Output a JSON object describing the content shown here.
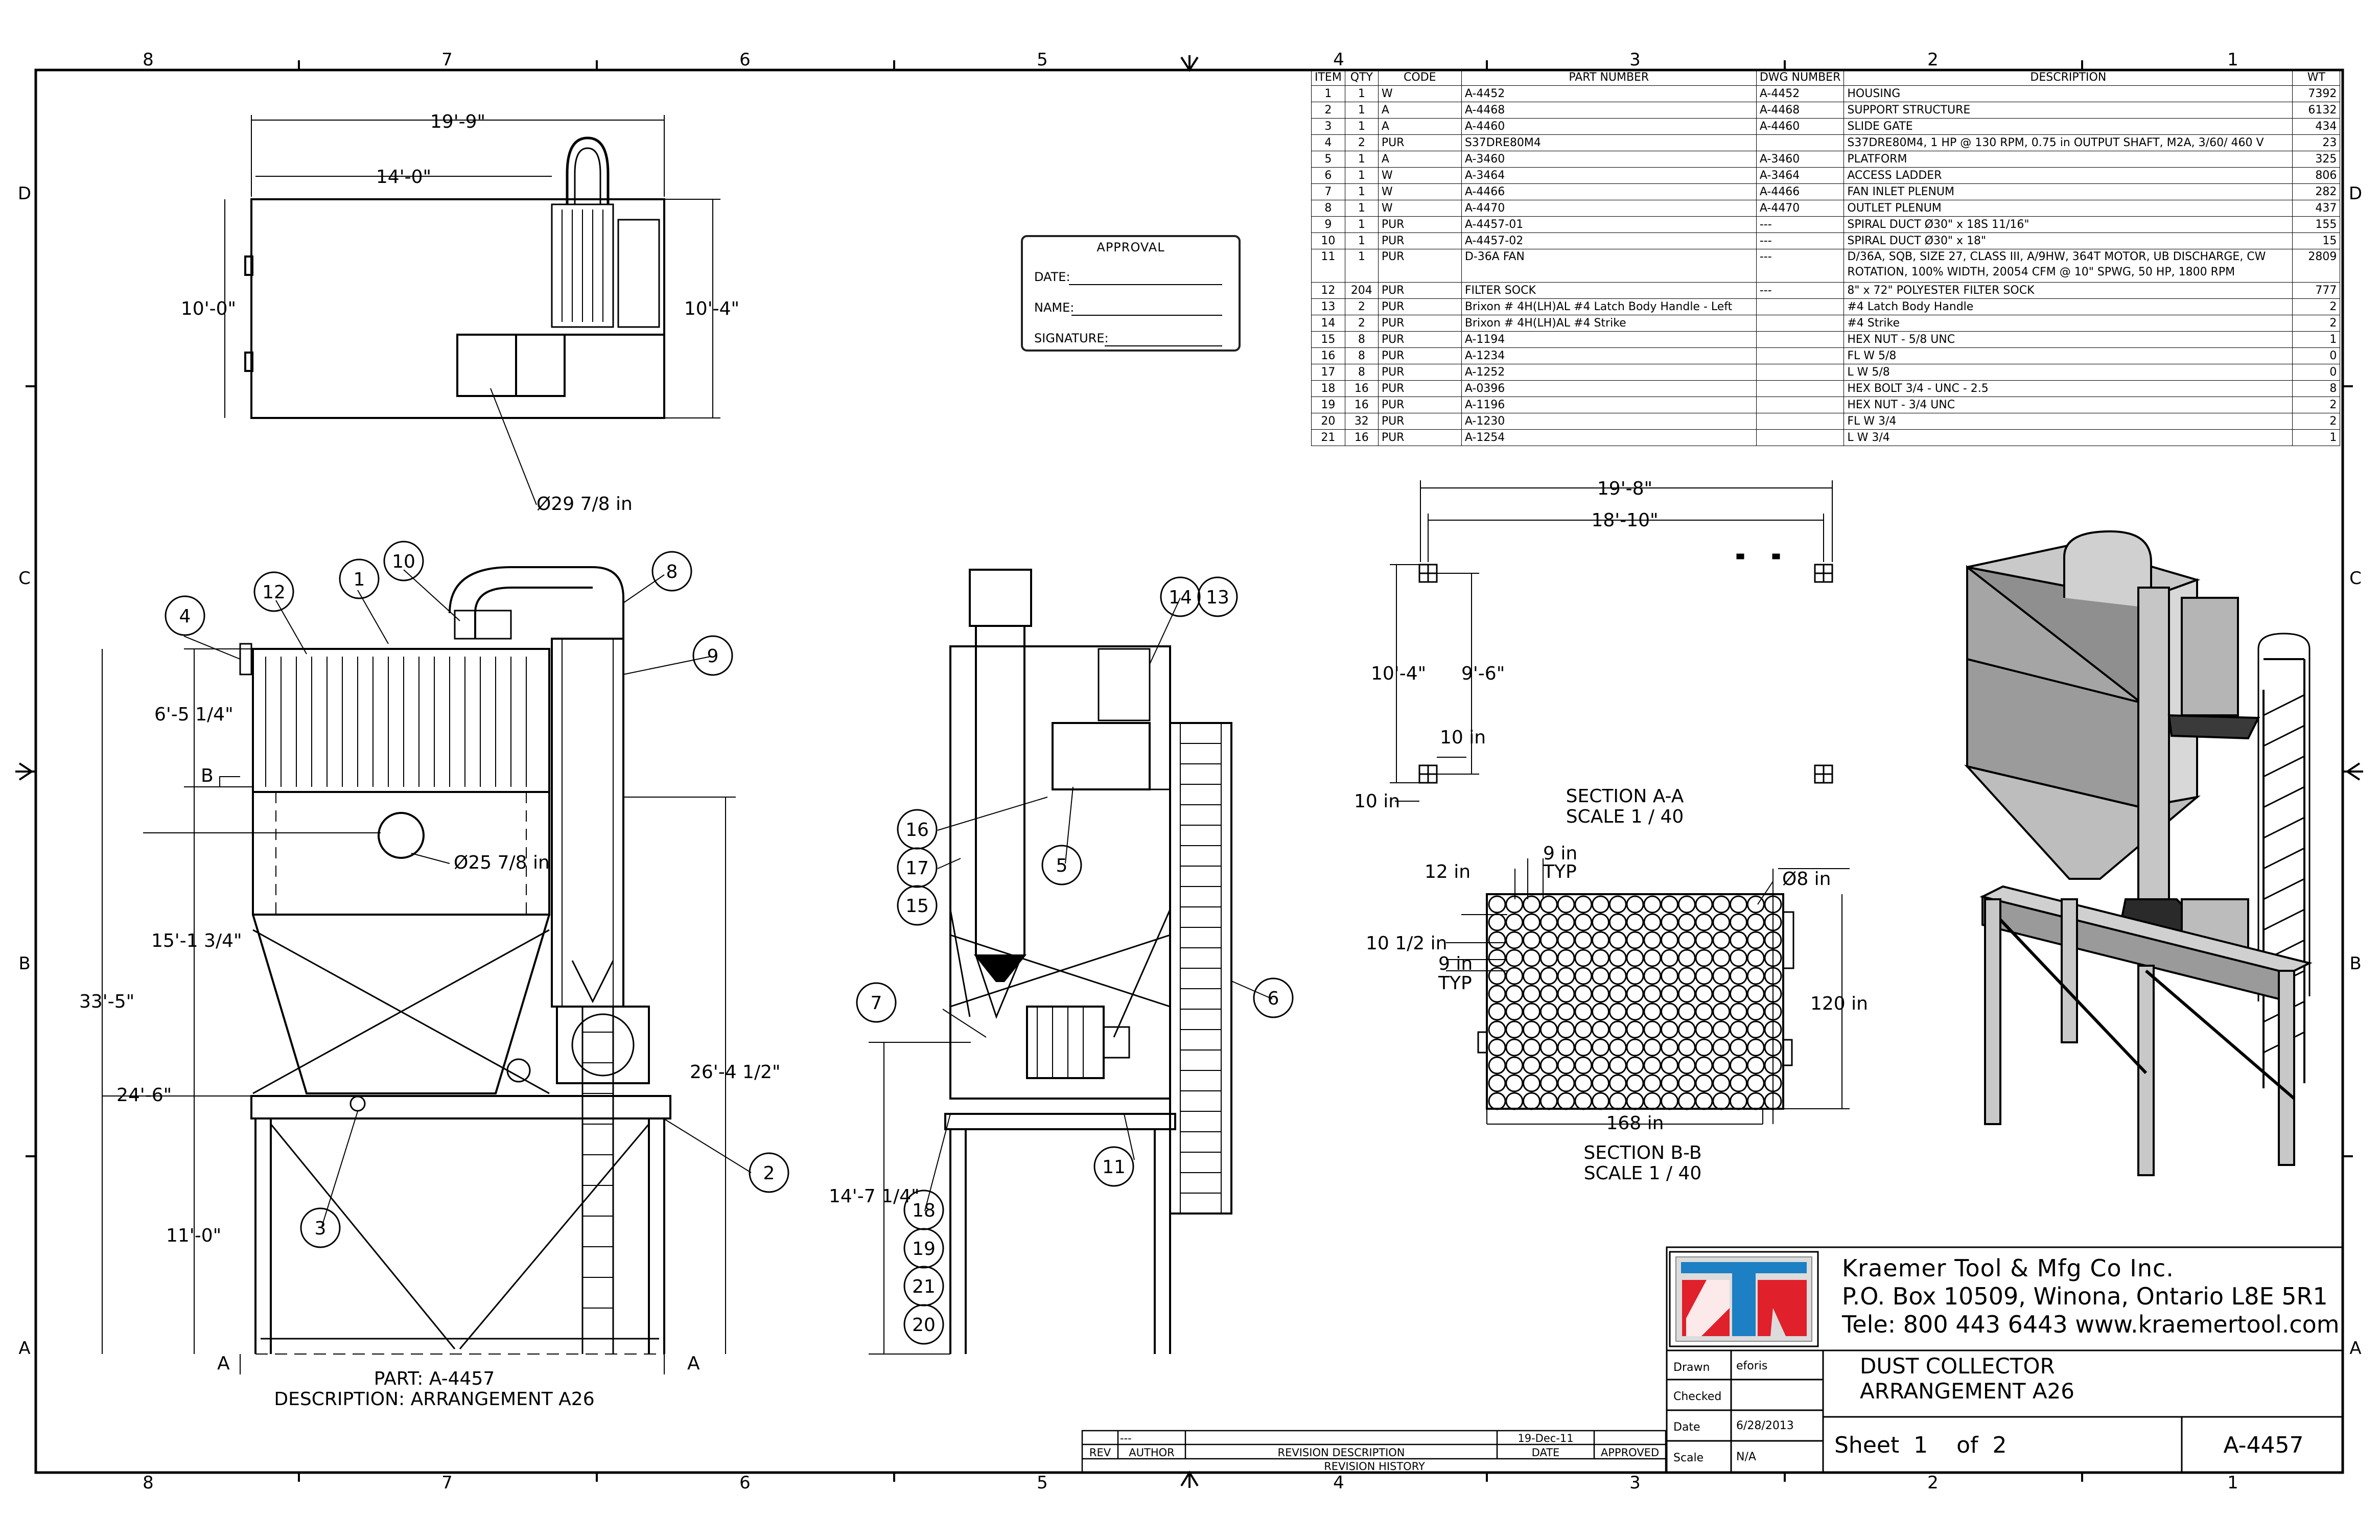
{
  "border": {
    "zones_top": [
      "8",
      "7",
      "6",
      "5",
      "4",
      "3",
      "2",
      "1"
    ],
    "zones_side": [
      "D",
      "C",
      "B",
      "A"
    ]
  },
  "bom": {
    "headers": [
      "ITEM",
      "QTY",
      "CODE",
      "PART NUMBER",
      "DWG NUMBER",
      "DESCRIPTION",
      "WT"
    ],
    "rows": [
      [
        "1",
        "1",
        "W",
        "A-4452",
        "A-4452",
        "HOUSING",
        "7392"
      ],
      [
        "2",
        "1",
        "A",
        "A-4468",
        "A-4468",
        "SUPPORT STRUCTURE",
        "6132"
      ],
      [
        "3",
        "1",
        "A",
        "A-4460",
        "A-4460",
        "SLIDE GATE",
        "434"
      ],
      [
        "4",
        "2",
        "PUR",
        "S37DRE80M4",
        "",
        "S37DRE80M4, 1 HP @ 130 RPM, 0.75 in OUTPUT SHAFT, M2A, 3/60/ 460 V",
        "23"
      ],
      [
        "5",
        "1",
        "A",
        "A-3460",
        "A-3460",
        "PLATFORM",
        "325"
      ],
      [
        "6",
        "1",
        "W",
        "A-3464",
        "A-3464",
        "ACCESS LADDER",
        "806"
      ],
      [
        "7",
        "1",
        "W",
        "A-4466",
        "A-4466",
        "FAN INLET PLENUM",
        "282"
      ],
      [
        "8",
        "1",
        "W",
        "A-4470",
        "A-4470",
        "OUTLET PLENUM",
        "437"
      ],
      [
        "9",
        "1",
        "PUR",
        "A-4457-01",
        "---",
        "SPIRAL DUCT Ø30\" x 18S 11/16\"",
        "155"
      ],
      [
        "10",
        "1",
        "PUR",
        "A-4457-02",
        "---",
        "SPIRAL DUCT Ø30\" x 18\"",
        "15"
      ],
      [
        "11",
        "1",
        "PUR",
        "D-36A FAN",
        "---",
        "D/36A, SQB, SIZE 27, CLASS III, A/9HW, 364T MOTOR, UB DISCHARGE, CW ROTATION, 100% WIDTH, 20054 CFM @ 10\" SPWG, 50 HP, 1800 RPM",
        "2809"
      ],
      [
        "12",
        "204",
        "PUR",
        "FILTER SOCK",
        "---",
        "8\" x 72\" POLYESTER FILTER SOCK",
        "777"
      ],
      [
        "13",
        "2",
        "PUR",
        "Brixon # 4H(LH)AL  #4 Latch Body Handle - Left",
        "",
        "#4 Latch Body Handle",
        "2"
      ],
      [
        "14",
        "2",
        "PUR",
        "Brixon # 4H(LH)AL  #4  Strike",
        "",
        "#4  Strike",
        "2"
      ],
      [
        "15",
        "8",
        "PUR",
        "A-1194",
        "",
        "HEX NUT - 5/8 UNC",
        "1"
      ],
      [
        "16",
        "8",
        "PUR",
        "A-1234",
        "",
        "FL W 5/8",
        "0"
      ],
      [
        "17",
        "8",
        "PUR",
        "A-1252",
        "",
        "L W 5/8",
        "0"
      ],
      [
        "18",
        "16",
        "PUR",
        "A-0396",
        "",
        "HEX BOLT 3/4 - UNC - 2.5",
        "8"
      ],
      [
        "19",
        "16",
        "PUR",
        "A-1196",
        "",
        "HEX NUT - 3/4 UNC",
        "2"
      ],
      [
        "20",
        "32",
        "PUR",
        "A-1230",
        "",
        "FL W 3/4",
        "2"
      ],
      [
        "21",
        "16",
        "PUR",
        "A-1254",
        "",
        "L W 3/4",
        "1"
      ]
    ]
  },
  "approval": {
    "title": "APPROVAL",
    "date_label": "DATE:",
    "name_label": "NAME:",
    "signature_label": "SIGNATURE:"
  },
  "top_view": {
    "dim_overall": "19'-9\"",
    "dim_length": "14'-0\"",
    "dim_width_left": "10'-0\"",
    "dim_width_right": "10'-4\"",
    "dia_note": "Ø29 7/8 in"
  },
  "front_view": {
    "dim_top": "6'-5 1/4\"",
    "dim_mid": "15'-1 3/4\"",
    "dim_overall": "33'-5\"",
    "dim_lower": "24'-6\"",
    "dim_leg": "11'-0\"",
    "dim_right": "26'-4 1/2\"",
    "dia_note": "Ø25 7/8 in",
    "section_b": "B",
    "section_a": "A",
    "part_line": "PART: A-4457",
    "desc_line": "DESCRIPTION: ARRANGEMENT A26",
    "callouts": [
      "4",
      "12",
      "1",
      "10",
      "8",
      "9",
      "2",
      "3"
    ]
  },
  "side_view": {
    "dim_height": "14'-7 1/4\"",
    "callouts": [
      "14",
      "13",
      "16",
      "17",
      "15",
      "5",
      "7",
      "6",
      "11",
      "18",
      "19",
      "21",
      "20"
    ]
  },
  "section_aa": {
    "dim_outer": "19'-8\"",
    "dim_inner": "18'-10\"",
    "dim_height_outer": "10'-4\"",
    "dim_height_inner": "9'-6\"",
    "dim_small_1": "10 in",
    "dim_small_2": "10 in",
    "title": "SECTION A-A",
    "scale": "SCALE 1 / 40"
  },
  "section_bb": {
    "dim_12": "12 in",
    "dim_9typ": "9 in",
    "typ": "TYP",
    "dim_dia8": "Ø8 in",
    "dim_10half": "10 1/2 in",
    "dim_9typ_b": "9 in",
    "typ_b": "TYP",
    "dim_120": "120 in",
    "dim_168": "168 in",
    "title": "SECTION B-B",
    "scale": "SCALE 1 / 40"
  },
  "title_block": {
    "company": "Kraemer Tool & Mfg Co Inc.",
    "address": "P.O. Box 10509, Winona, Ontario L8E 5R1",
    "phone": "Telе: 800 443 6443 www.kraemertool.com",
    "drawn_label": "Drawn",
    "drawn_value": "eforis",
    "checked_label": "Checked",
    "date_label": "Date",
    "date_value": "6/28/2013",
    "scale_label": "Scale",
    "scale_value": "N/A",
    "title_line1": "DUST COLLECTOR",
    "title_line2": "ARRANGEMENT A26",
    "sheet": "Sheet  1    of  2",
    "dwg_no": "A-4457"
  },
  "revision": {
    "rev_label": "REV",
    "author_label": "AUTHOR",
    "desc_label": "REVISION DESCRIPTION",
    "date_label": "DATE",
    "approved_label": "APPROVED",
    "history_label": "REVISION HISTORY",
    "row_author": "---",
    "row_date": "19-Dec-11"
  },
  "colors": {
    "logo_red": "#e0202a",
    "logo_blue": "#1d7fc4",
    "logo_grey": "#b8b8b8"
  }
}
